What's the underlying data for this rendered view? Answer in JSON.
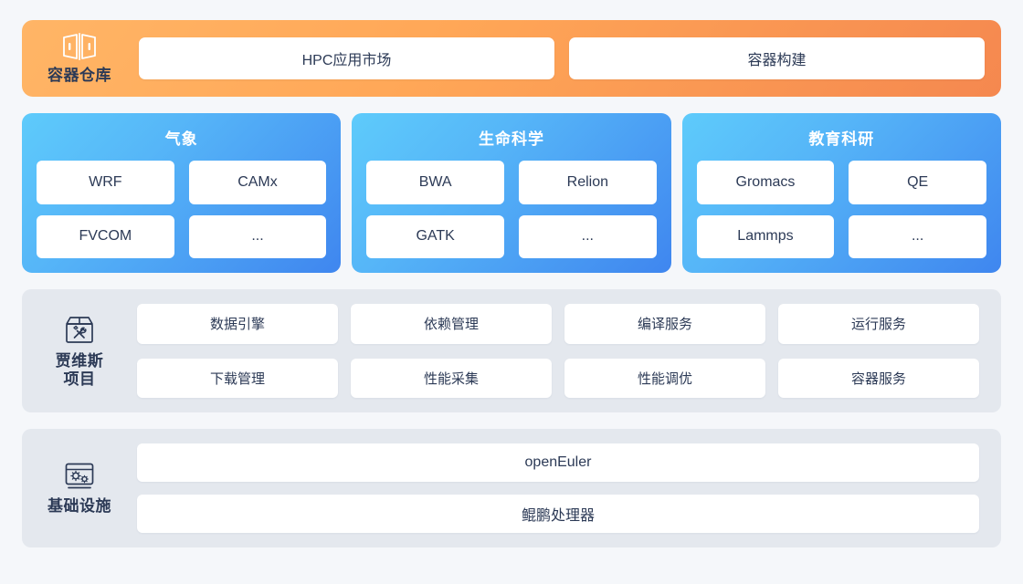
{
  "colors": {
    "page_bg": "#f5f7fa",
    "orange_start": "#ffb566",
    "orange_end": "#f5884f",
    "blue_start": "#5ecbfb",
    "blue_end": "#3f86ef",
    "grey_panel": "#e4e8ee",
    "text_dark": "#2c3a56",
    "box_white": "#ffffff"
  },
  "repository": {
    "icon": "container-repository-icon",
    "label": "容器仓库",
    "items": [
      {
        "label": "HPC应用市场"
      },
      {
        "label": "容器构建"
      }
    ]
  },
  "domains": [
    {
      "title": "气象",
      "apps": [
        {
          "label": "WRF"
        },
        {
          "label": "CAMx"
        },
        {
          "label": "FVCOM"
        },
        {
          "label": "..."
        }
      ]
    },
    {
      "title": "生命科学",
      "apps": [
        {
          "label": "BWA"
        },
        {
          "label": "Relion"
        },
        {
          "label": "GATK"
        },
        {
          "label": "..."
        }
      ]
    },
    {
      "title": "教育科研",
      "apps": [
        {
          "label": "Gromacs"
        },
        {
          "label": "QE"
        },
        {
          "label": "Lammps"
        },
        {
          "label": "..."
        }
      ]
    }
  ],
  "jarvis": {
    "icon": "toolbox-icon",
    "label": "贾维斯\n项目",
    "services": [
      {
        "label": "数据引擎"
      },
      {
        "label": "依赖管理"
      },
      {
        "label": "编译服务"
      },
      {
        "label": "运行服务"
      },
      {
        "label": "下载管理"
      },
      {
        "label": "性能采集"
      },
      {
        "label": "性能调优"
      },
      {
        "label": "容器服务"
      }
    ]
  },
  "infrastructure": {
    "icon": "system-gears-icon",
    "label": "基础设施",
    "items": [
      {
        "label": "openEuler"
      },
      {
        "label": "鲲鹏处理器"
      }
    ]
  }
}
